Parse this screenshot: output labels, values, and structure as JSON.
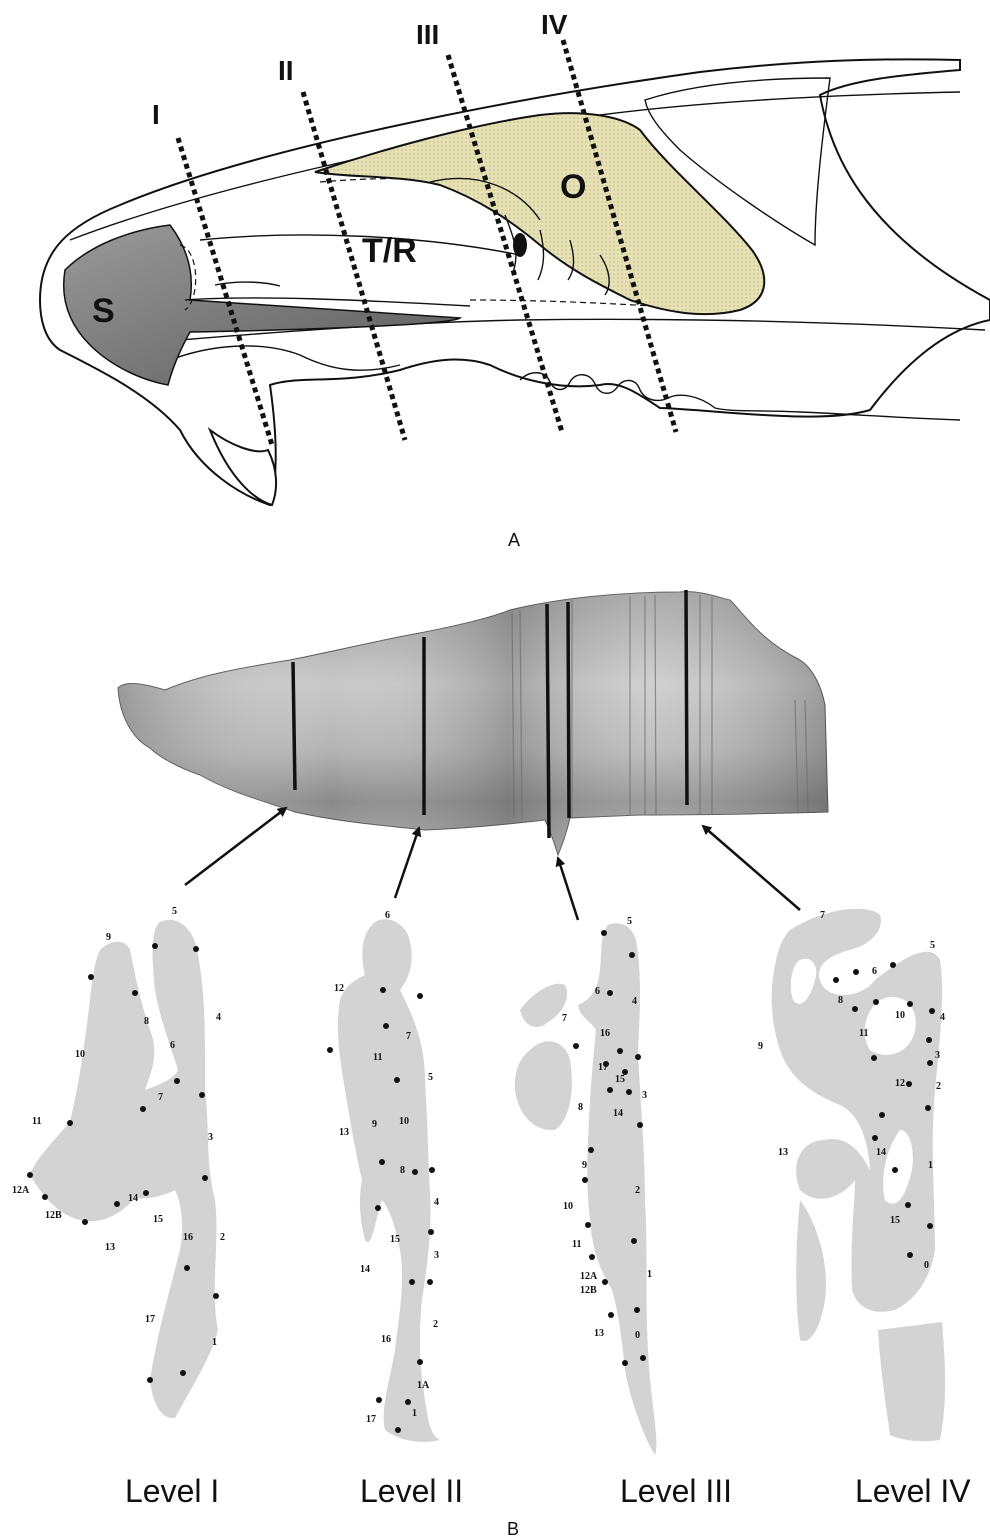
{
  "panel_a": {
    "letter": "A",
    "region_labels": {
      "s": "S",
      "tr": "T/R",
      "o": "O"
    },
    "section_lines": [
      "I",
      "II",
      "III",
      "IV"
    ],
    "colors": {
      "s_region": "#8c8c8c",
      "o_region": "#e4e0b0",
      "outline": "#111111"
    }
  },
  "panel_b": {
    "letter": "B",
    "levels": [
      {
        "title": "Level I",
        "landmarks": [
          "5",
          "9",
          "8",
          "4",
          "10",
          "6",
          "7",
          "3",
          "11",
          "12A",
          "12B",
          "14",
          "15",
          "16",
          "2",
          "13",
          "17",
          "1"
        ]
      },
      {
        "title": "Level II",
        "landmarks": [
          "6",
          "12",
          "7",
          "11",
          "5",
          "13",
          "9",
          "10",
          "8",
          "4",
          "15",
          "3",
          "14",
          "2",
          "16",
          "1A",
          "1",
          "17"
        ]
      },
      {
        "title": "Level III",
        "landmarks": [
          "5",
          "6",
          "4",
          "7",
          "16",
          "17",
          "15",
          "3",
          "8",
          "14",
          "9",
          "2",
          "10",
          "11",
          "1",
          "12A",
          "12B",
          "13",
          "0"
        ]
      },
      {
        "title": "Level IV",
        "landmarks": [
          "7",
          "5",
          "6",
          "8",
          "4",
          "10",
          "11",
          "9",
          "3",
          "12",
          "2",
          "13",
          "14",
          "1",
          "15",
          "0"
        ]
      }
    ]
  }
}
